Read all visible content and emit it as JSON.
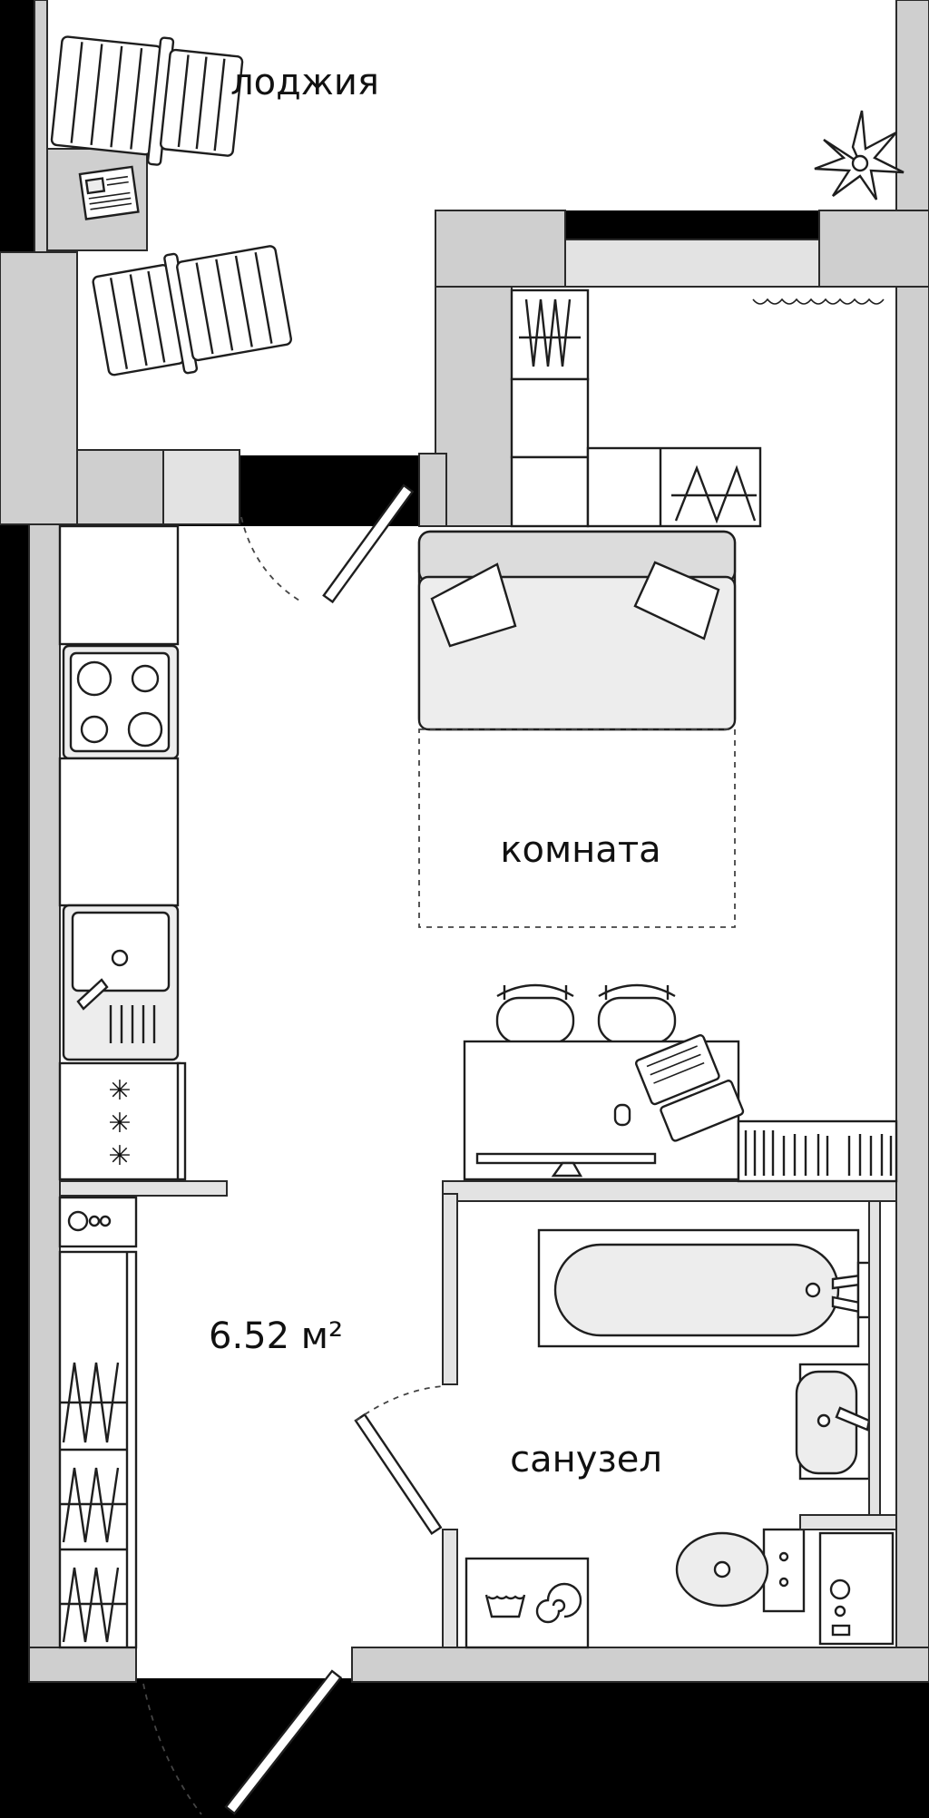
{
  "plan": {
    "rooms": {
      "loggia": "лоджия",
      "room": "комната",
      "bathroom": "санузел"
    },
    "area": "6.52 м²"
  },
  "colors": {
    "background": "#000000",
    "floor": "#ffffff",
    "wall": "#cfcfcf",
    "line": "#1e1e1e"
  }
}
